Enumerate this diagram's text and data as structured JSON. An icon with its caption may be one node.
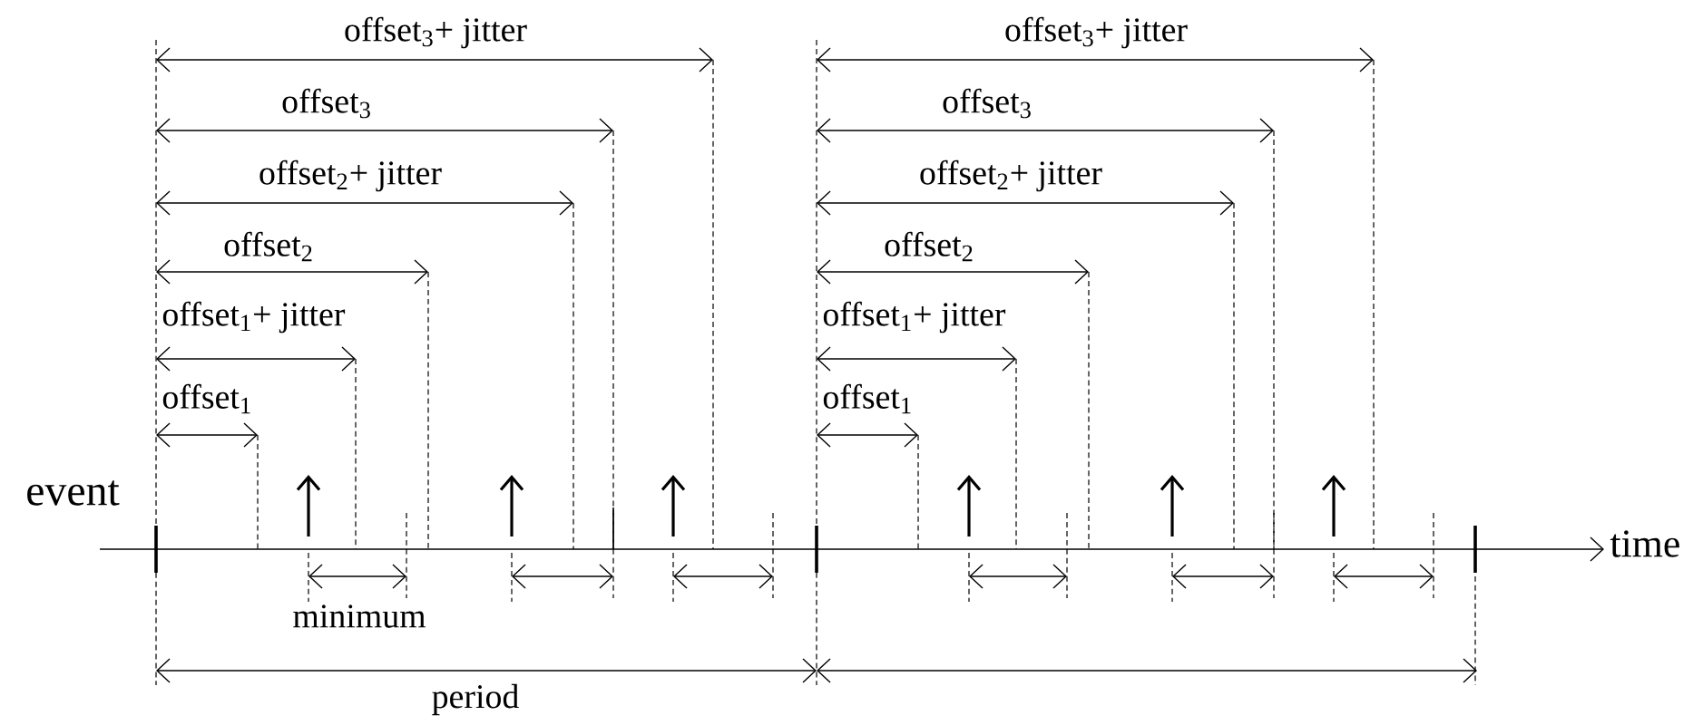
{
  "diagram": {
    "labels": [
      "offset$_{3}$+ jitter",
      "offset$_{3}$+ jitter",
      "offset$_{3}$",
      "offset$_{3}$",
      "offset$_{2}$+ jitter",
      "offset$_{2}$+ jitter",
      "offset$_{2}$",
      "offset$_{2}$",
      "offset$_{1}$+ jitter",
      "offset$_{1}$+ jitter",
      "offset$_{1}$",
      "offset$_{1}$",
      "event",
      "time",
      "minimum",
      "period"
    ]
  }
}
